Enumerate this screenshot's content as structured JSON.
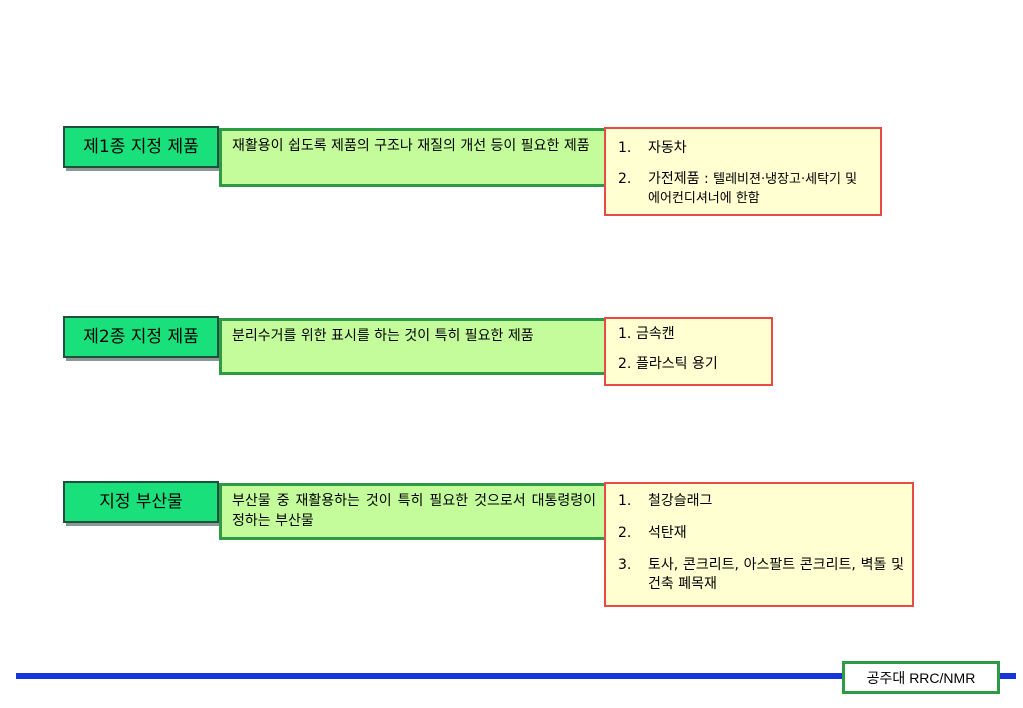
{
  "rows": [
    {
      "label": "제1종 지정 제품",
      "description": "재활용이 쉽도록 제품의 구조나 재질의 개선 등이 필요한 제품",
      "items": [
        {
          "num": "1.",
          "text": "자동차"
        },
        {
          "num": "2.",
          "text": "가전제품 :",
          "note": "텔레비젼·냉장고·세탁기 및 에어컨디셔너에 한함"
        }
      ]
    },
    {
      "label": "제2종 지정 제품",
      "description": "분리수거를 위한 표시를 하는 것이 특히 필요한 제품",
      "items": [
        {
          "num": "1.",
          "text": "금속캔"
        },
        {
          "num": "2.",
          "text": "플라스틱 용기"
        }
      ]
    },
    {
      "label": "지정 부산물",
      "description": "부산물 중 재활용하는 것이 특히 필요한 것으로서 대통령령이 정하는 부산물",
      "items": [
        {
          "num": "1.",
          "text": "철강슬래그"
        },
        {
          "num": "2.",
          "text": "석탄재"
        },
        {
          "num": "3.",
          "text": "토사, 콘크리트, 아스팔트 콘크리트, 벽돌 및 건축 폐목재"
        }
      ]
    }
  ],
  "footer": {
    "text": "공주대 RRC/NMR"
  },
  "colors": {
    "label_fill": "#19e07a",
    "description_fill": "#c4fc9c",
    "description_border": "#2d9b46",
    "list_fill": "#ffffd2",
    "list_border": "#ea4a45",
    "rule": "#1436d8"
  }
}
